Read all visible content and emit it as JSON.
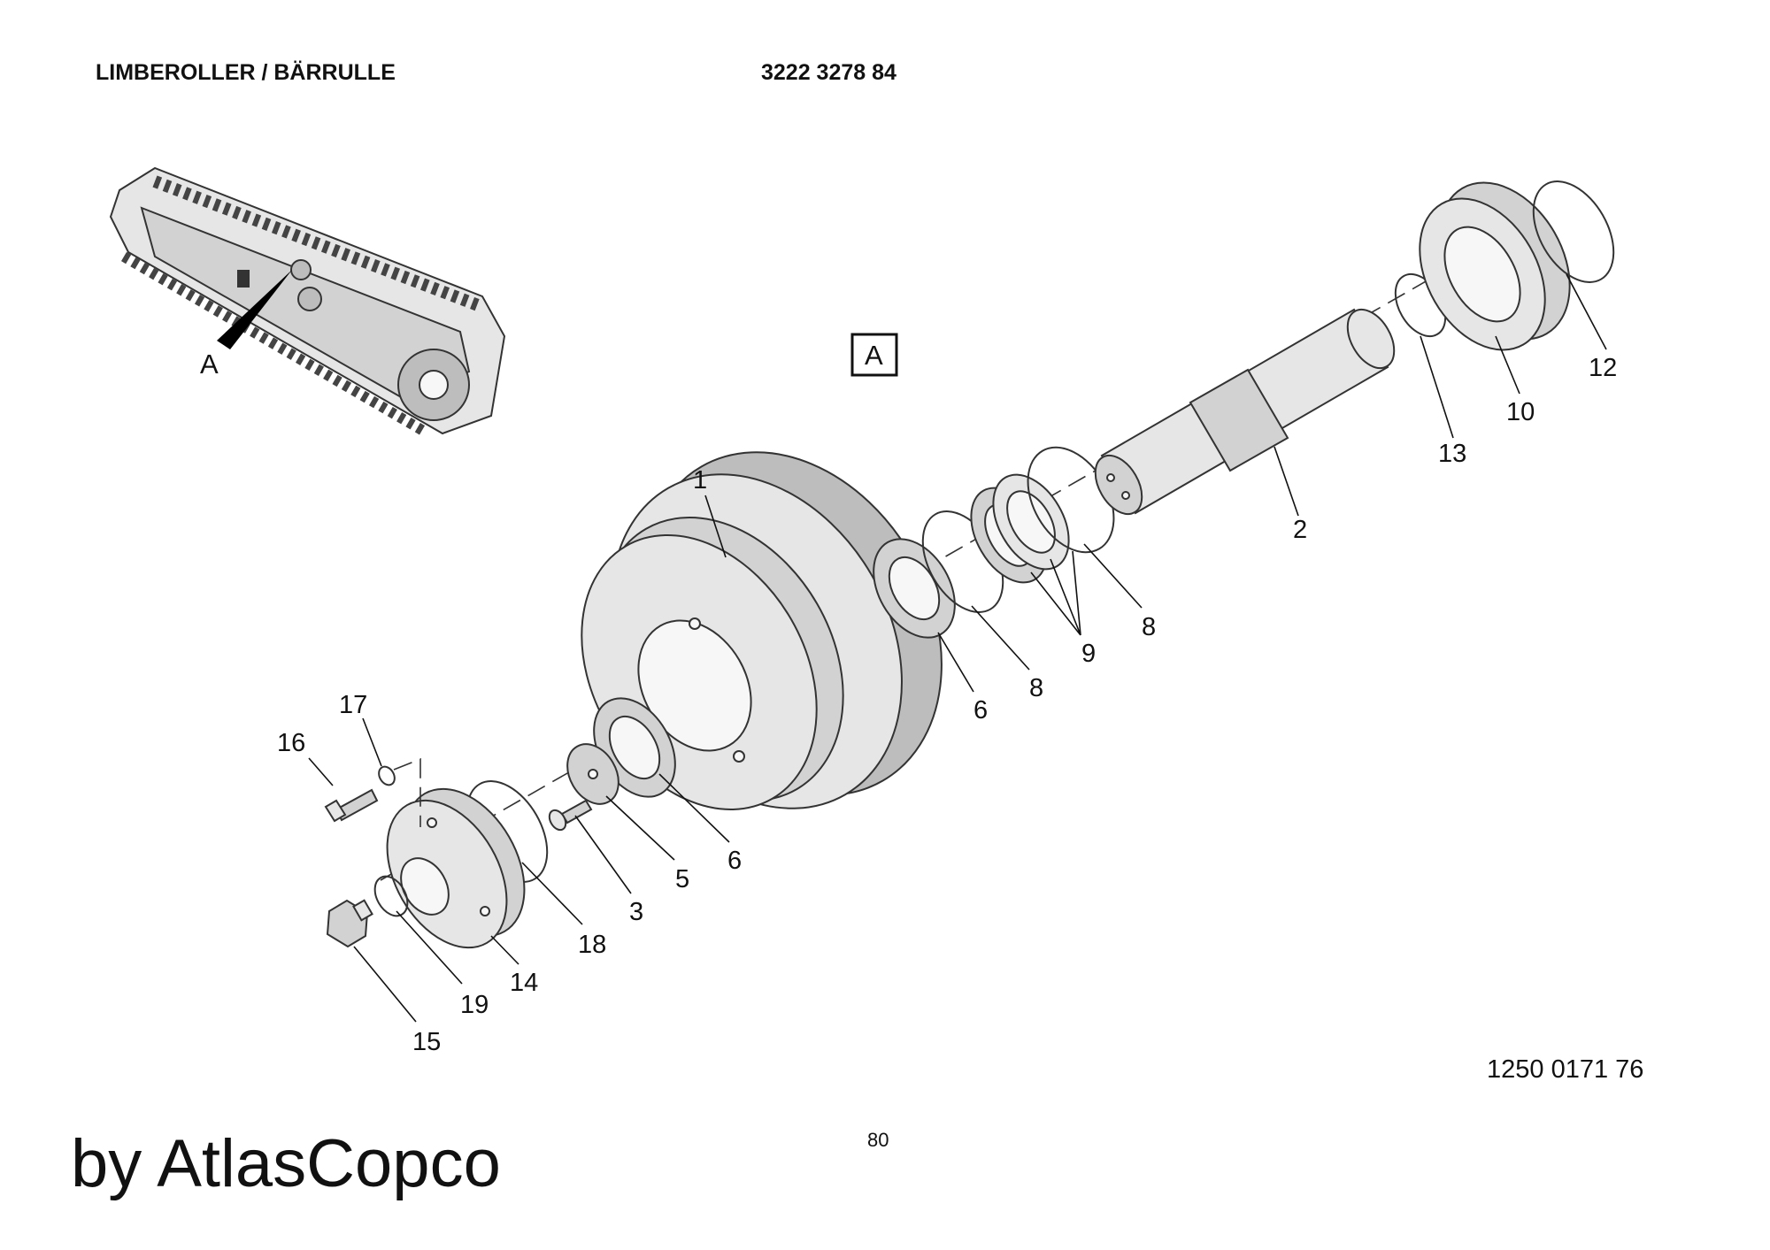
{
  "header": {
    "title": "LIMBEROLLER / BÄRRULLE",
    "part_number": "3222 3278 84"
  },
  "view_label": "A",
  "overview_label": "A",
  "callouts": [
    {
      "id": "c1",
      "text": "1"
    },
    {
      "id": "c2",
      "text": "2"
    },
    {
      "id": "c3",
      "text": "3"
    },
    {
      "id": "c5",
      "text": "5"
    },
    {
      "id": "c6a",
      "text": "6"
    },
    {
      "id": "c6b",
      "text": "6"
    },
    {
      "id": "c8a",
      "text": "8"
    },
    {
      "id": "c8b",
      "text": "8"
    },
    {
      "id": "c9",
      "text": "9"
    },
    {
      "id": "c10",
      "text": "10"
    },
    {
      "id": "c12",
      "text": "12"
    },
    {
      "id": "c13",
      "text": "13"
    },
    {
      "id": "c14",
      "text": "14"
    },
    {
      "id": "c15",
      "text": "15"
    },
    {
      "id": "c16",
      "text": "16"
    },
    {
      "id": "c17",
      "text": "17"
    },
    {
      "id": "c18",
      "text": "18"
    },
    {
      "id": "c19",
      "text": "19"
    }
  ],
  "figure_number": "1250 0171 76",
  "page_number": "80",
  "watermark": "by AtlasCopco"
}
